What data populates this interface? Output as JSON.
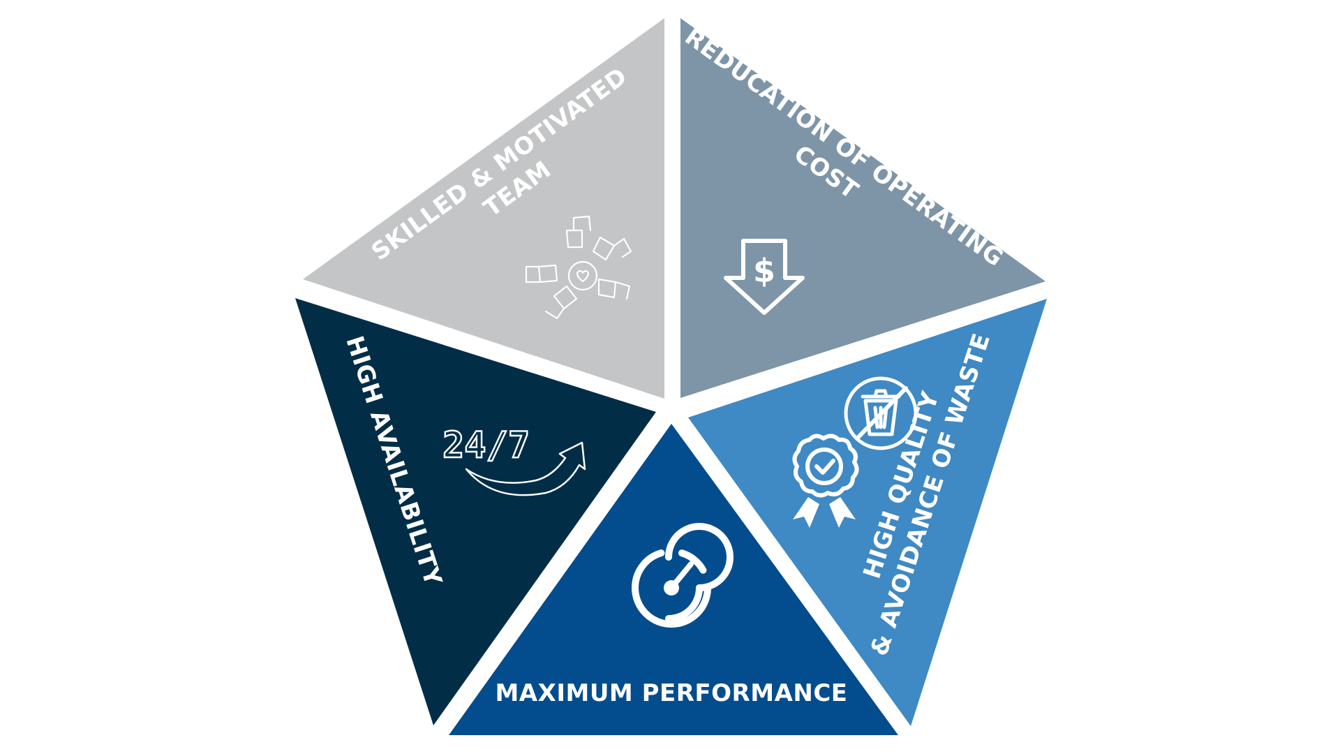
{
  "segments": {
    "team": {
      "label_line1": "SKILLED & MOTIVATED",
      "label_line2": "TEAM",
      "icon": "teamwork-hands-icon",
      "color": "#c4c5c6"
    },
    "cost": {
      "label_line1": "REDUCATION OF OPERATING",
      "label_line2": "COST",
      "icon": "cost-down-arrow-icon",
      "icon_symbol": "$",
      "color": "#7e95a8"
    },
    "quality": {
      "label_line1": "HIGH QUALITY",
      "label_line2": "& AVOIDANCE OF WASTE",
      "icons": [
        "no-waste-bin-icon",
        "quality-badge-icon"
      ],
      "color": "#3f89c4"
    },
    "performance": {
      "label": "MAXIMUM PERFORMANCE",
      "icon": "speedometer-icon",
      "color": "#034d8e"
    },
    "availability": {
      "label": "HIGH AVAILABILITY",
      "icon": "twenty-four-seven-icon",
      "icon_text": "24/7",
      "color": "#022d47"
    }
  }
}
